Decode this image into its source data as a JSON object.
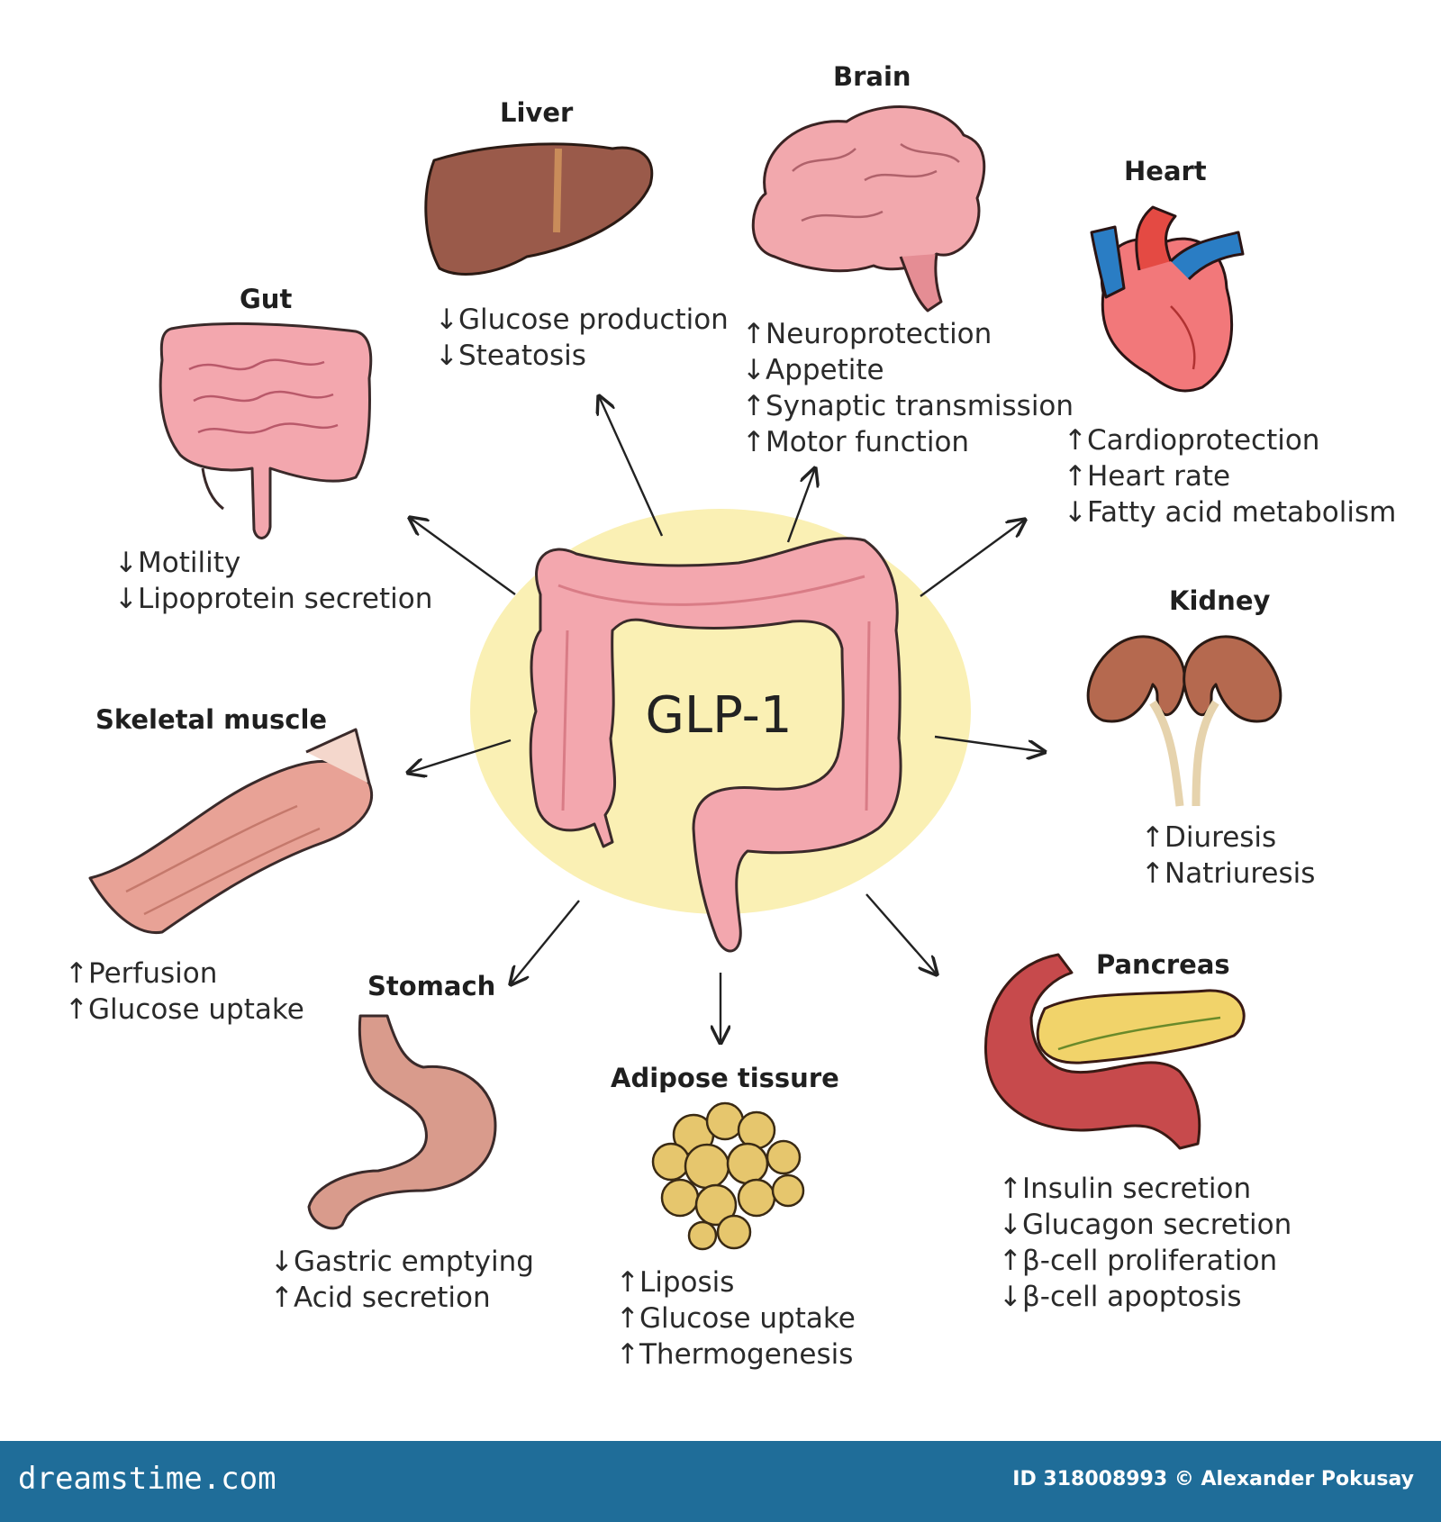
{
  "center": {
    "title": "GLP-1"
  },
  "organs": {
    "liver": {
      "label": "Liver",
      "effects": [
        {
          "dir": "↓",
          "text": "Glucose production"
        },
        {
          "dir": "↓",
          "text": "Steatosis"
        }
      ]
    },
    "brain": {
      "label": "Brain",
      "effects": [
        {
          "dir": "↑",
          "text": "Neuroprotection"
        },
        {
          "dir": "↓",
          "text": "Appetite"
        },
        {
          "dir": "↑",
          "text": "Synaptic transmission"
        },
        {
          "dir": "↑",
          "text": "Motor function"
        }
      ]
    },
    "heart": {
      "label": "Heart",
      "effects": [
        {
          "dir": "↑",
          "text": "Cardioprotection"
        },
        {
          "dir": "↑",
          "text": "Heart rate"
        },
        {
          "dir": "↓",
          "text": "Fatty acid metabolism"
        }
      ]
    },
    "gut": {
      "label": "Gut",
      "effects": [
        {
          "dir": "↓",
          "text": "Motility"
        },
        {
          "dir": "↓",
          "text": "Lipoprotein secretion"
        }
      ]
    },
    "kidney": {
      "label": "Kidney",
      "effects": [
        {
          "dir": "↑",
          "text": "Diuresis"
        },
        {
          "dir": "↑",
          "text": "Natriuresis"
        }
      ]
    },
    "muscle": {
      "label": "Skeletal muscle",
      "effects": [
        {
          "dir": "↑",
          "text": "Perfusion"
        },
        {
          "dir": "↑",
          "text": "Glucose uptake"
        }
      ]
    },
    "stomach": {
      "label": "Stomach",
      "effects": [
        {
          "dir": "↓",
          "text": "Gastric emptying"
        },
        {
          "dir": "↑",
          "text": "Acid secretion"
        }
      ]
    },
    "adipose": {
      "label": "Adipose tissure",
      "effects": [
        {
          "dir": "↑",
          "text": "Liposis"
        },
        {
          "dir": "↑",
          "text": "Glucose uptake"
        },
        {
          "dir": "↑",
          "text": "Thermogenesis"
        }
      ]
    },
    "pancreas": {
      "label": "Pancreas",
      "effects": [
        {
          "dir": "↑",
          "text": "Insulin secretion"
        },
        {
          "dir": "↓",
          "text": "Glucagon secretion"
        },
        {
          "dir": "↑",
          "text": "β-cell proliferation"
        },
        {
          "dir": "↓",
          "text": "β-cell apoptosis"
        }
      ]
    }
  },
  "footer": {
    "brand": "dreamstime.com",
    "credit": "ID 318008993 © Alexander Pokusay"
  },
  "colors": {
    "center_disc": "#faf0b4",
    "intestine": "#f3a7ae",
    "intestine_dark": "#d97c86",
    "liver": "#9a5a4a",
    "brain": "#f2a8ad",
    "heart_red": "#e44a43",
    "heart_blue": "#2a7dc4",
    "kidney": "#b5694f",
    "ureter": "#e6d3ad",
    "muscle": "#e8a296",
    "stomach": "#d99b8c",
    "fat": "#e6c66d",
    "pancreas_yellow": "#f1d36a",
    "duodenum": "#c74a4c",
    "footer": "#1f6d99"
  }
}
